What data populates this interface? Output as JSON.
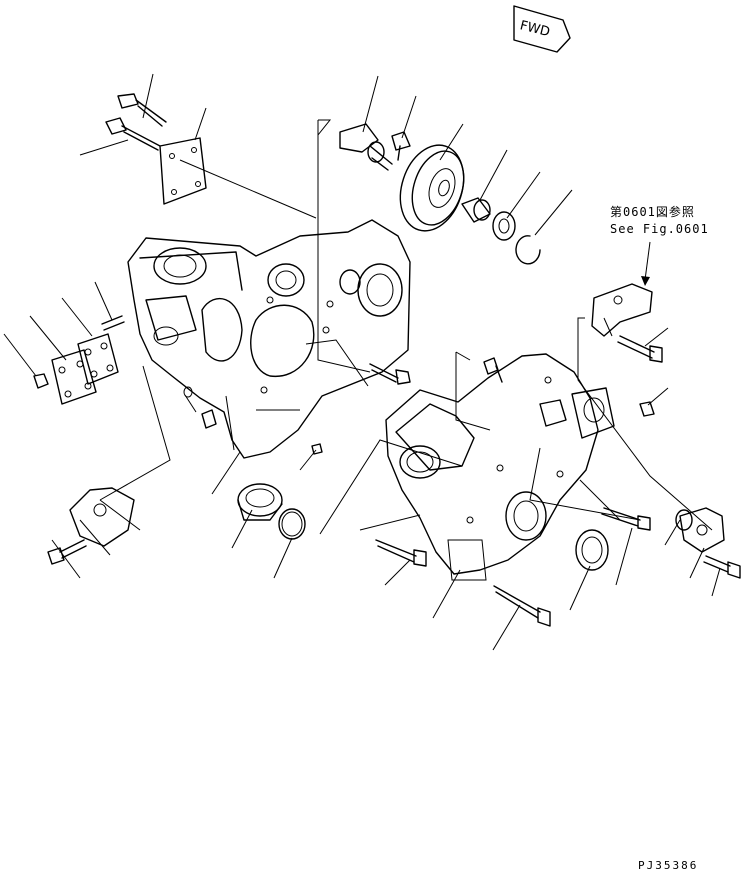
{
  "direction_label": "FWD",
  "reference": {
    "line_ja": "第0601図参照",
    "line_en": "See Fig.0601"
  },
  "drawing_code": "PJ35386"
}
